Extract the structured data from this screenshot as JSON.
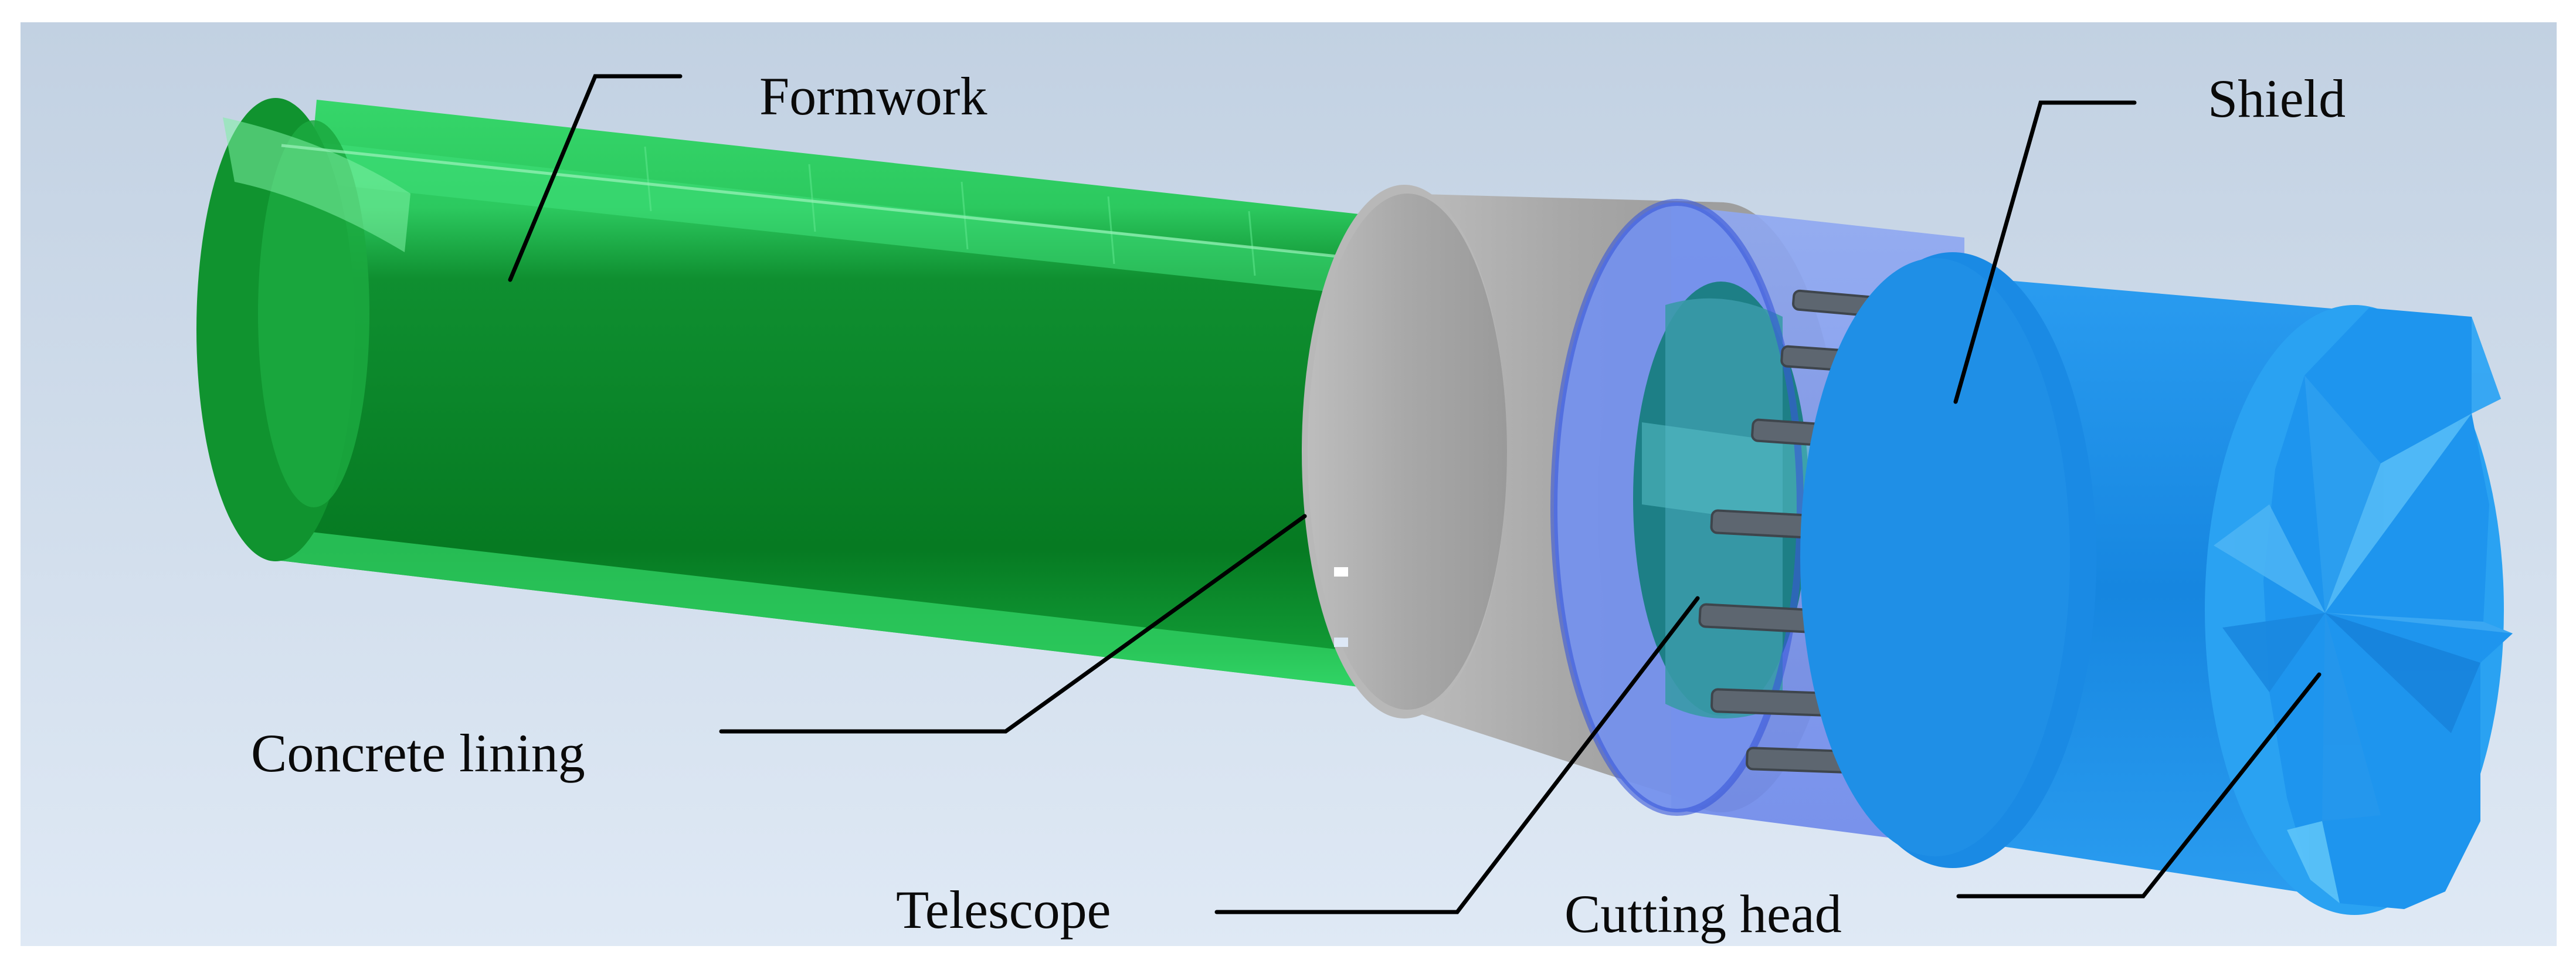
{
  "labels": {
    "formwork": "Formwork",
    "shield": "Shield",
    "concrete_lining": "Concrete lining",
    "telescope": "Telescope",
    "cutting_head": "Cutting head"
  },
  "colors": {
    "background_top": "#c3d2e3",
    "background_bottom": "#dde8f4",
    "formwork_green": "#0a8f2e",
    "formwork_highlight": "#2ee06a",
    "concrete_grey": "#a9a9a9",
    "telescope_blue": "#6f8ef0",
    "shield_blue": "#1a8fe6",
    "cutter_blue": "#2aa4f2",
    "leader_line": "#000000"
  }
}
